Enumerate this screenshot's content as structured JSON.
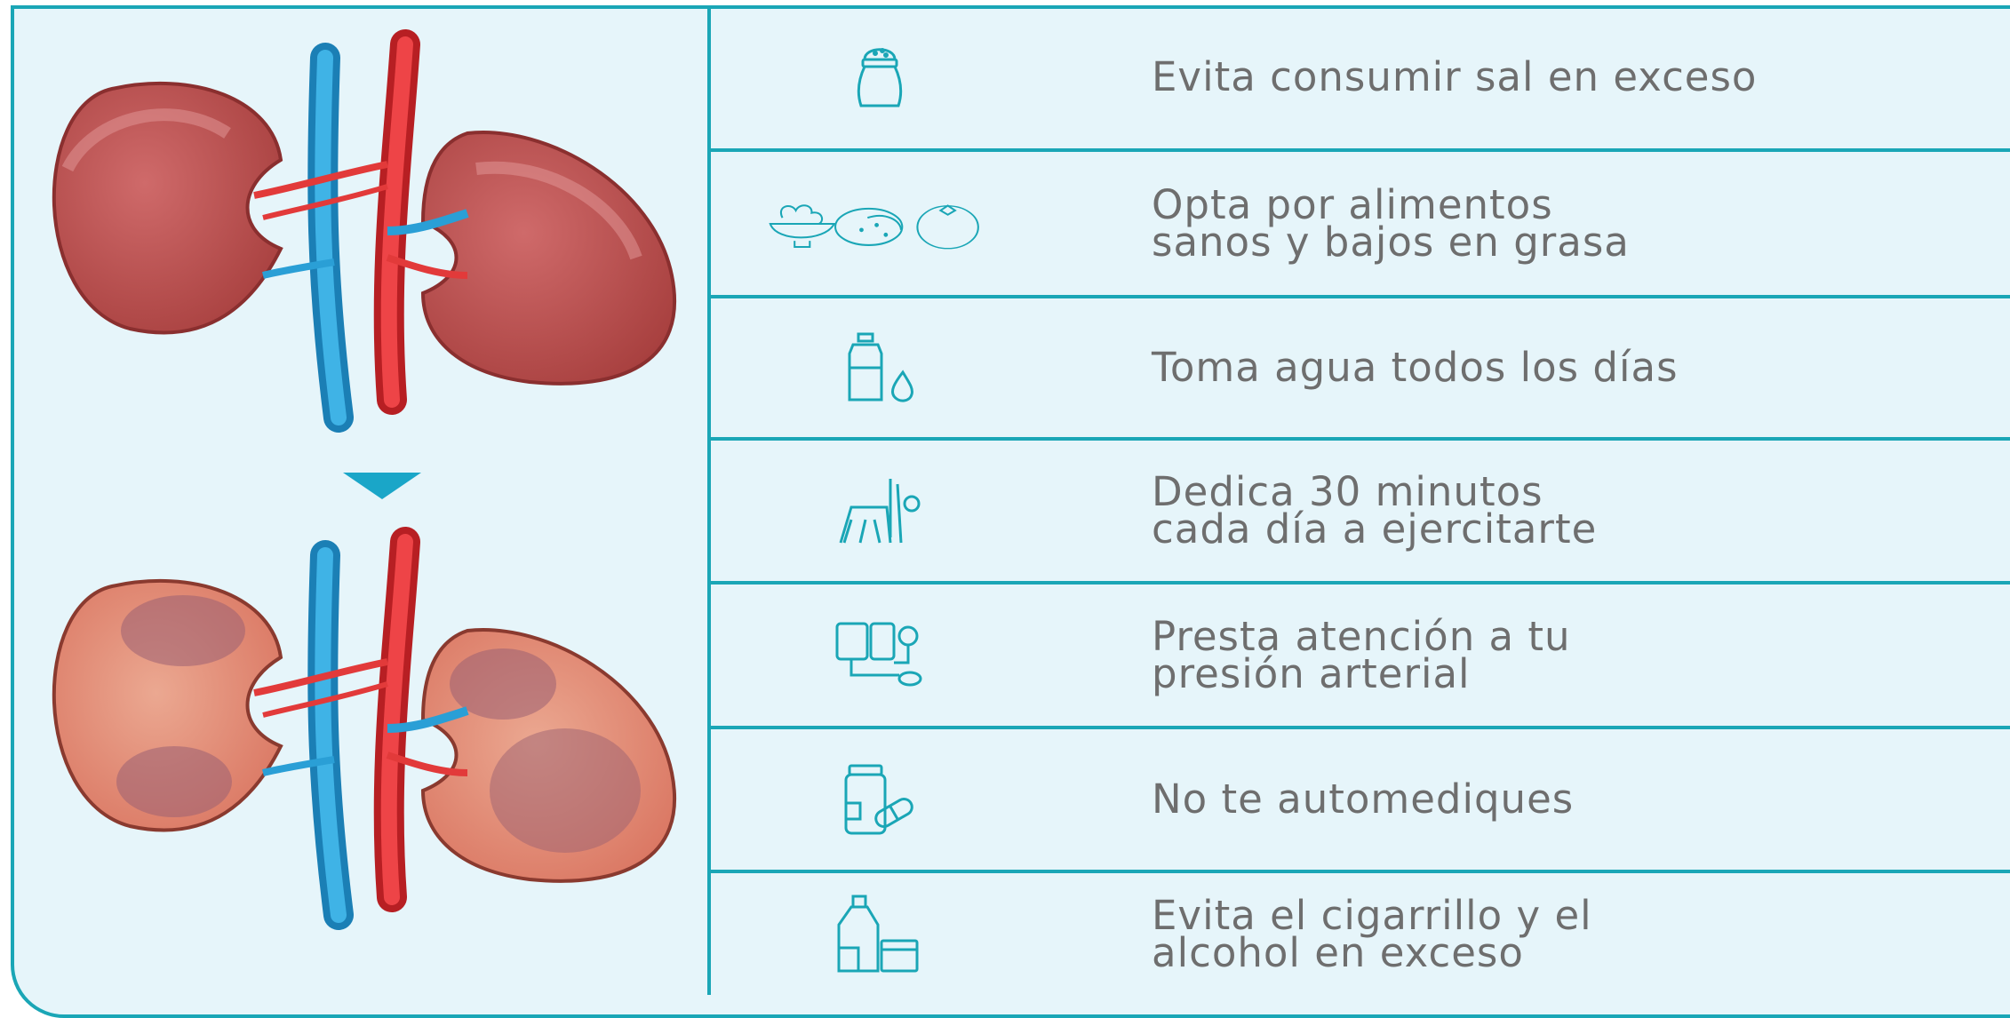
{
  "tips": [
    {
      "icon": "salt-shaker-icon",
      "text": "Evita consumir sal en exceso"
    },
    {
      "icon": "vegetables-icon",
      "text": "Opta por alimentos\nsanos y bajos en grasa"
    },
    {
      "icon": "water-bottle-icon",
      "text": "Toma agua todos los días"
    },
    {
      "icon": "exercise-icon",
      "text": "Dedica 30 minutos\ncada día a ejercitarte"
    },
    {
      "icon": "blood-pressure-monitor-icon",
      "text": "Presta atención a tu\npresión arterial"
    },
    {
      "icon": "medicine-bottle-pill-icon",
      "text": "No te automediques"
    },
    {
      "icon": "bottle-glass-icon",
      "text": "Evita el cigarrillo y el\nalcohol en exceso"
    }
  ],
  "colors": {
    "accent": "#1aa6b6",
    "background": "#e6f5fa",
    "text": "#6e6e6e",
    "healthy_kidney": "#b94b4b",
    "damaged_kidney": "#e08a78",
    "vein": "#2a9fd6",
    "artery": "#e23a3a"
  }
}
